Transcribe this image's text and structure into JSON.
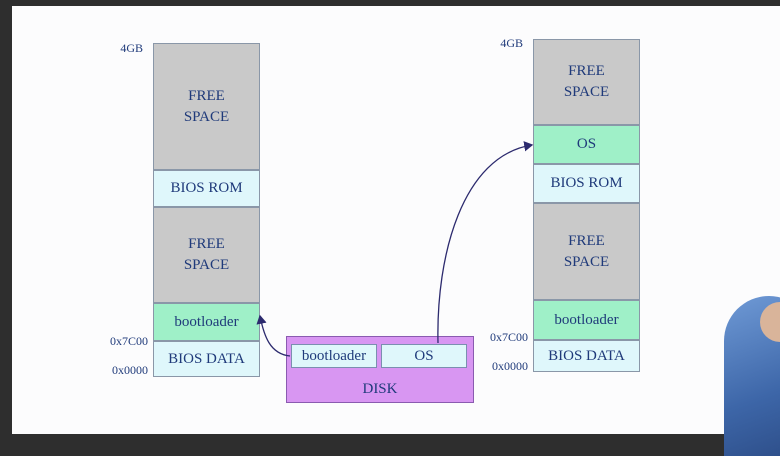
{
  "left_memory": {
    "top_label": "4GB",
    "free_top": "FREE\nSPACE",
    "bios_rom": "BIOS ROM",
    "free_bottom": "FREE\nSPACE",
    "bootloader": "bootloader",
    "bios_data": "BIOS DATA",
    "addr_7c00": "0x7C00",
    "addr_0000": "0x0000"
  },
  "right_memory": {
    "top_label": "4GB",
    "free_top": "FREE\nSPACE",
    "os": "OS",
    "bios_rom": "BIOS ROM",
    "free_bottom": "FREE\nSPACE",
    "bootloader": "bootloader",
    "bios_data": "BIOS DATA",
    "addr_7c00": "0x7C00",
    "addr_0000": "0x0000"
  },
  "disk": {
    "title": "DISK",
    "bootloader": "bootloader",
    "os": "OS"
  },
  "colors": {
    "free_space": "#c9c9c9",
    "bios": "#dff7fb",
    "code": "#9ff0c8",
    "disk": "#d896f2",
    "text": "#1f3a7a"
  }
}
